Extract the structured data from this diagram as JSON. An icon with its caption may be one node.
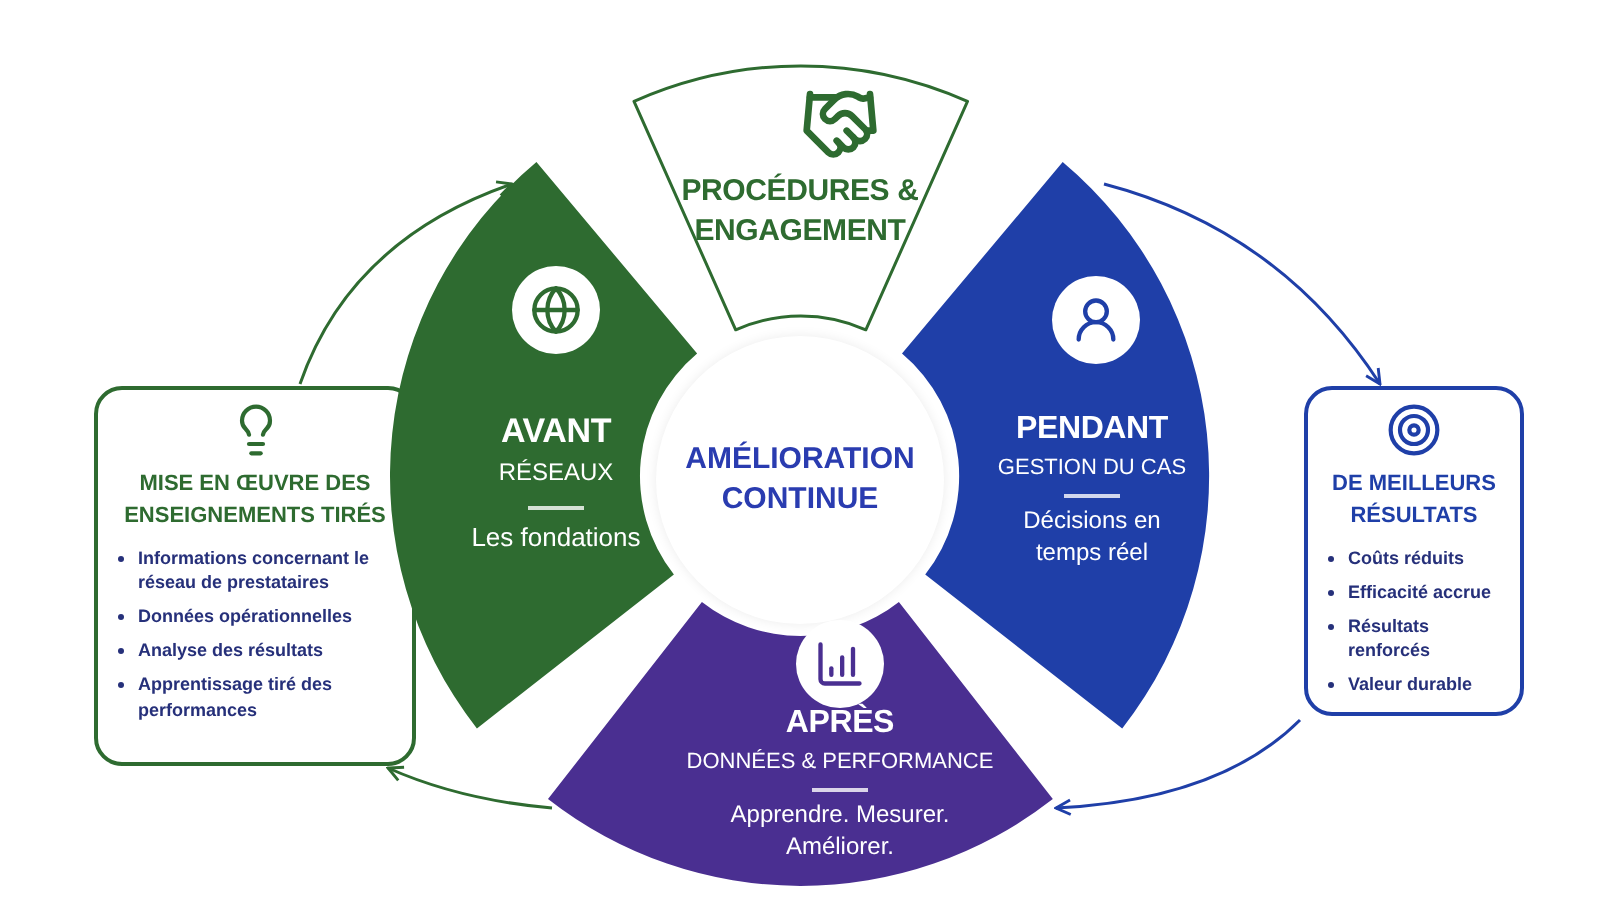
{
  "diagram": {
    "nodes": [
      {
        "text": [
          "PROCÉDURES & ENGAGEMENT"
        ]
      },
      {
        "text": [
          "MISE EN ŒUVRE DES ENSEIGNEMENTS TIRÉS",
          "Informations concernant le réseau de prestataires",
          "Données opérationnelles",
          "Analyse des résultats",
          "Apprentissage tiré des performances"
        ]
      },
      {
        "text": [
          "AVANT",
          "RÉSEAUX",
          "Les fondations"
        ]
      },
      {
        "text": [
          "AMÉLIORATION CONTINUE"
        ]
      },
      {
        "text": [
          "PENDANT",
          "GESTION DU CAS",
          "Décisions en temps réel"
        ]
      },
      {
        "text": [
          "DE MEILLEURS RÉSULTATS",
          "Coûts réduits",
          "Efficacité accrue",
          "Résultats renforcés",
          "Valeur durable"
        ]
      },
      {
        "text": [
          "APRÈS",
          "DONNÉES & PERFORMANCE",
          "Apprendre. Mesurer. Améliorer."
        ]
      }
    ],
    "edges": [
      {
        "from": 1,
        "to": 2,
        "arrow": "to",
        "color": "#2e6b30"
      },
      {
        "from": 4,
        "to": 5,
        "arrow": "to",
        "color": "#1f3fa8"
      },
      {
        "from": 5,
        "to": 6,
        "arrow": "to",
        "color": "#1f3fa8"
      },
      {
        "from": 6,
        "to": 1,
        "arrow": "to",
        "color": "#2e6b30"
      }
    ]
  }
}
